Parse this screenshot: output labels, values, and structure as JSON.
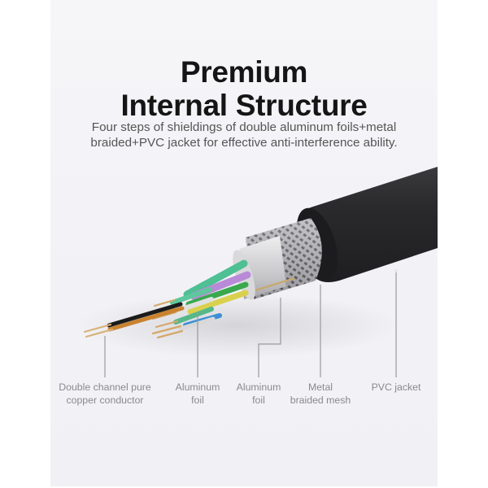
{
  "header": {
    "title_line1": "Premium",
    "title_line2": "Internal Structure",
    "subtitle_line1": "Four steps of shieldings of double aluminum foils+metal",
    "subtitle_line2": "braided+PVC jacket for effective anti-interference ability."
  },
  "callouts": [
    {
      "line1": "Double channel pure",
      "line2": "copper conductor"
    },
    {
      "line1": "Aluminum",
      "line2": "foil"
    },
    {
      "line1": "Aluminum",
      "line2": "foil"
    },
    {
      "line1": "Metal",
      "line2": "braided mesh"
    },
    {
      "line1": "PVC jacket",
      "line2": ""
    }
  ],
  "colors": {
    "background": "#f3f3f7",
    "title": "#151515",
    "subtitle": "#555555",
    "label": "#8a8a8e",
    "jacket": "#2a2a2c"
  }
}
